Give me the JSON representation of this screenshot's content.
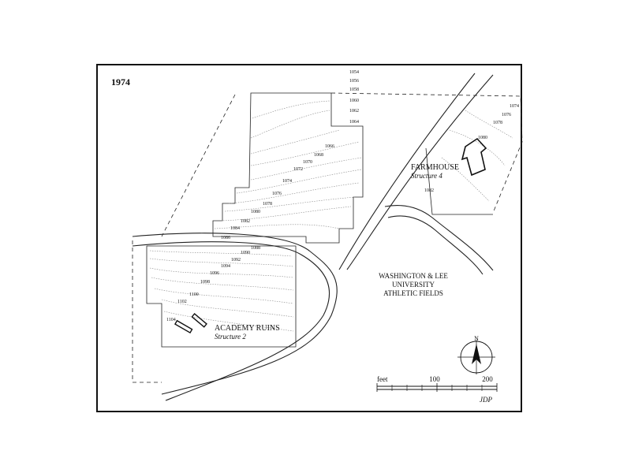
{
  "map": {
    "year": "1974",
    "credit": "JDP",
    "scale": {
      "unit": "feet",
      "ticks": [
        "100",
        "200"
      ]
    },
    "north": "N"
  },
  "features": {
    "farmhouse": {
      "name": "FARMHOUSE",
      "sub": "Structure 4"
    },
    "academy": {
      "name": "ACADEMY RUINS",
      "sub": "Structure 2"
    },
    "fields": {
      "line1": "WASHINGTON & LEE",
      "line2": "UNIVERSITY",
      "line3": "ATHLETIC FIELDS"
    }
  },
  "contours": {
    "top_stack": [
      "1054",
      "1056",
      "1058",
      "1060",
      "1062",
      "1064"
    ],
    "middle": [
      "1066",
      "1068",
      "1070",
      "1072",
      "1074",
      "1076",
      "1078",
      "1080",
      "1082",
      "1084",
      "1086",
      "1088"
    ],
    "lower": [
      "1090",
      "1092",
      "1094",
      "1096",
      "1098",
      "1100",
      "1102",
      "1104"
    ],
    "farm": [
      "1074",
      "1076",
      "1078",
      "1080",
      "1082"
    ]
  }
}
